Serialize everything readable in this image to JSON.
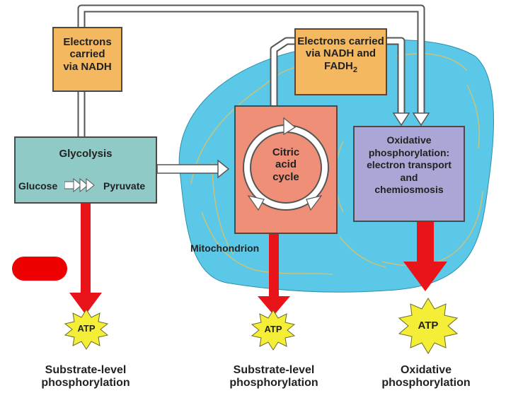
{
  "boxes": {
    "nadh_left": [
      "Electrons",
      "carried",
      "via NADH"
    ],
    "nadh_right": {
      "line1": "Electrons carried",
      "line2": "via NADH and",
      "line3_main": "FADH",
      "line3_sub": "2"
    },
    "glycolysis": {
      "title": "Glycolysis",
      "input": "Glucose",
      "output": "Pyruvate"
    },
    "citric": [
      "Citric",
      "acid",
      "cycle"
    ],
    "oxphos": [
      "Oxidative",
      "phosphorylation:",
      "electron transport",
      "and",
      "chemiosmosis"
    ]
  },
  "mitochondrion_label": "Mitochondrion",
  "atp": [
    "ATP",
    "ATP",
    "ATP"
  ],
  "captions": {
    "left": [
      "Substrate-level",
      "phosphorylation"
    ],
    "middle": [
      "Substrate-level",
      "phosphorylation"
    ],
    "right": [
      "Oxidative",
      "phosphorylation"
    ]
  },
  "colors": {
    "mitochondrion": "#5cc8e8",
    "cristae": "#c9c27a",
    "electron_box": "#f4b860",
    "glycolysis_box": "#8fcac6",
    "citric_box": "#ef8f77",
    "oxphos_box": "#aaa6d5",
    "down_arrow": "#e8141a",
    "atp_star": "#f5ee36",
    "redaction_mark": "#ee0000"
  }
}
